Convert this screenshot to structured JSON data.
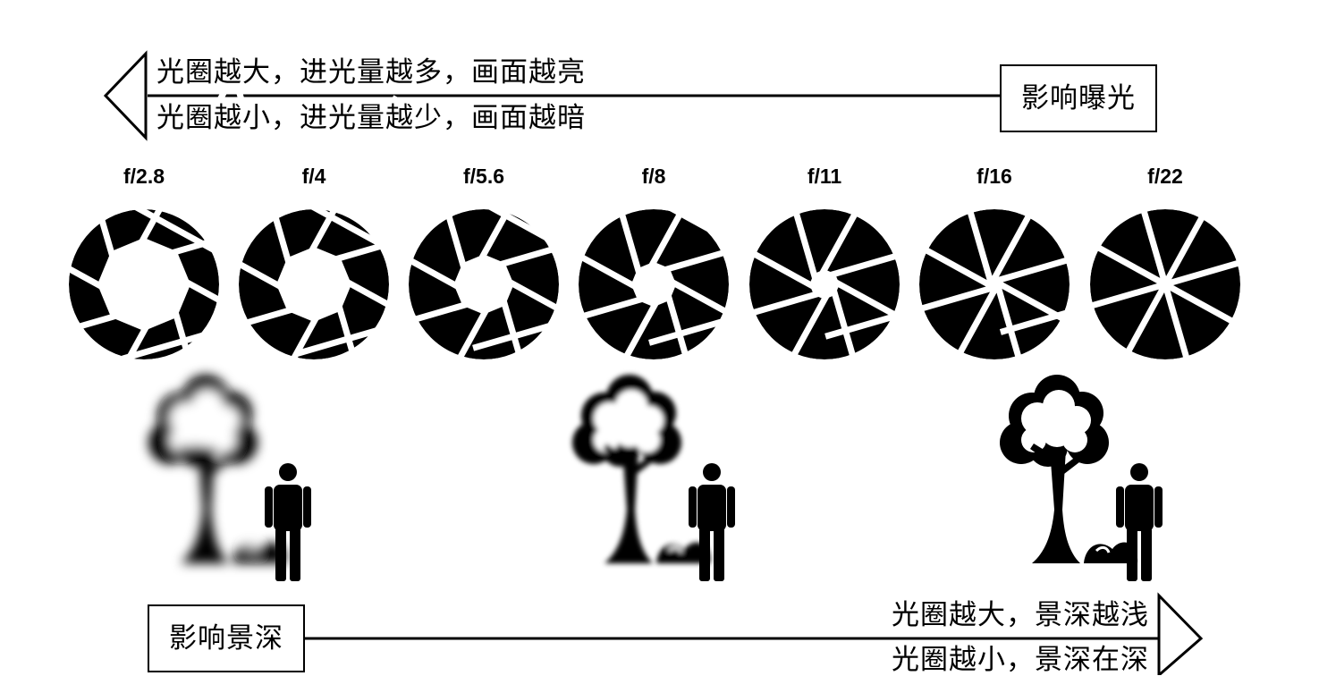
{
  "exposure": {
    "title": "影响曝光",
    "line_wide": "光圈越大，进光量越多，画面越亮",
    "line_narrow": "光圈越小，进光量越少，画面越暗"
  },
  "depth_of_field": {
    "title": "影响景深",
    "line_wide": "光圈越大，景深越浅",
    "line_narrow": "光圈越小，景深在深"
  },
  "apertures": [
    {
      "label": "f/2.8",
      "open": 0.62
    },
    {
      "label": "f/4",
      "open": 0.5
    },
    {
      "label": "f/5.6",
      "open": 0.4
    },
    {
      "label": "f/8",
      "open": 0.3
    },
    {
      "label": "f/11",
      "open": 0.2
    },
    {
      "label": "f/16",
      "open": 0.08
    },
    {
      "label": "f/22",
      "open": 0.0
    }
  ],
  "scenes": [
    {
      "name": "blurry-background",
      "blur": 6
    },
    {
      "name": "slightly-blurred-background",
      "blur": 3
    },
    {
      "name": "sharp-background",
      "blur": 0
    }
  ],
  "colors": {
    "ink": "#000000",
    "paper": "#ffffff"
  }
}
